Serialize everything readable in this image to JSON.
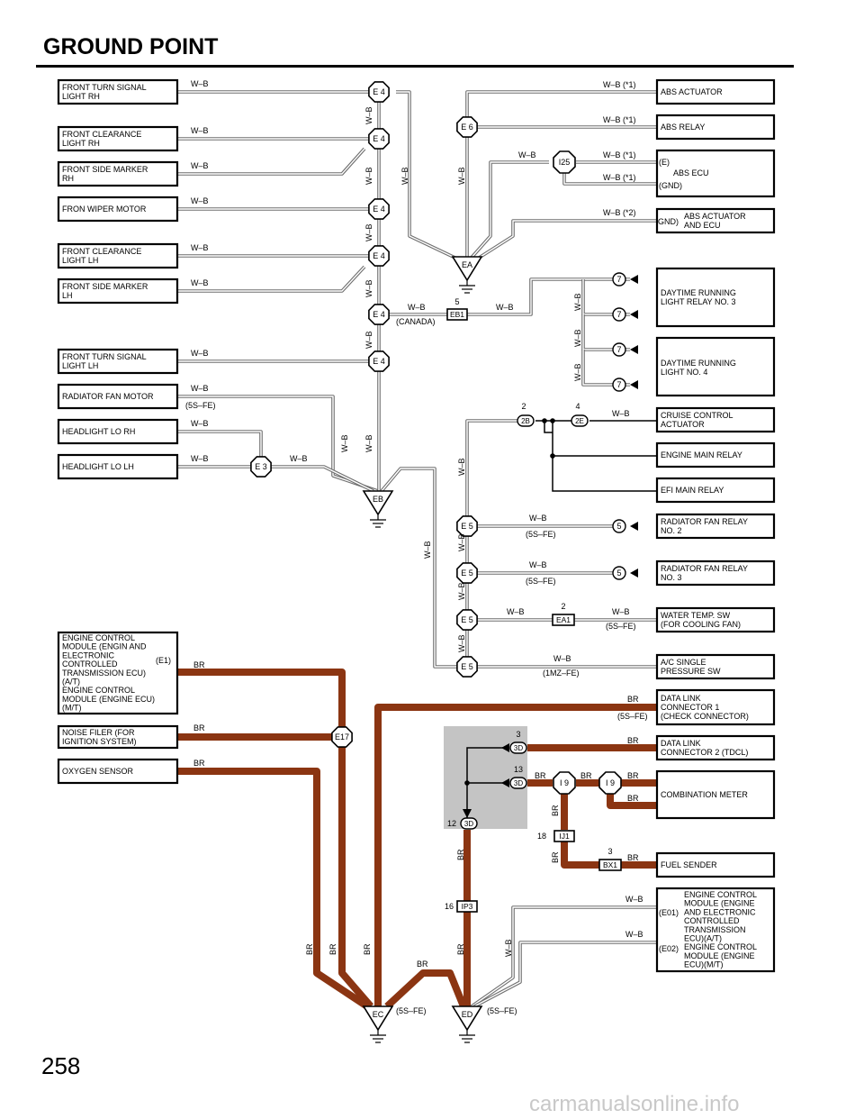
{
  "page": {
    "title": "GROUND POINT",
    "number": "258",
    "watermark": "carmanualsonline.info"
  },
  "wire_colors": {
    "wb": "W–B",
    "br": "BR",
    "wb_star1": "W–B (*1)",
    "wb_star2": "W–B (*2)"
  },
  "notes": {
    "canada": "(CANADA)",
    "s5fe": "(5S–FE)",
    "mz1": "(1MZ–FE)"
  },
  "colors": {
    "br_wire": "#8b3512",
    "wb_wire": "#6e6e6e",
    "shade": "#c4c4c4"
  },
  "components": {
    "front_turn_rh": [
      "FRONT TURN SIGNAL",
      "LIGHT RH"
    ],
    "front_clear_rh": [
      "FRONT CLEARANCE",
      "LIGHT RH"
    ],
    "front_side_rh": [
      "FRONT SIDE MARKER",
      "RH"
    ],
    "wiper": [
      "FRON WIPER MOTOR"
    ],
    "front_clear_lh": [
      "FRONT CLEARANCE",
      "LIGHT LH"
    ],
    "front_side_lh": [
      "FRONT SIDE MARKER",
      "LH"
    ],
    "front_turn_lh": [
      "FRONT TURN SIGNAL",
      "LIGHT LH"
    ],
    "rad_fan": [
      "RADIATOR FAN MOTOR"
    ],
    "head_rh": [
      "HEADLIGHT LO RH"
    ],
    "head_lh": [
      "HEADLIGHT LO LH"
    ],
    "ecm": [
      "ENGINE CONTROL",
      "MODULE (ENGIN AND",
      "ELECTRONIC",
      "CONTROLLED",
      "TRANSMISSION ECU)",
      "(A/T)",
      "ENGINE CONTROL",
      "MODULE (ENGINE ECU)",
      "(M/T)"
    ],
    "noise": [
      "NOISE FILER (FOR",
      "IGNITION SYSTEM)"
    ],
    "oxygen": [
      "OXYGEN SENSOR"
    ],
    "abs_act": [
      "ABS ACTUATOR"
    ],
    "abs_relay": [
      "ABS RELAY"
    ],
    "abs_ecu": [
      "ABS ECU"
    ],
    "abs_act_ecu": [
      "ABS ACTUATOR",
      "AND ECU"
    ],
    "drl_relay": [
      "DAYTIME RUNNING",
      "LIGHT RELAY NO. 3"
    ],
    "drl_no4": [
      "DAYTIME RUNNING",
      "LIGHT NO. 4"
    ],
    "cruise": [
      "CRUISE CONTROL",
      "ACTUATOR"
    ],
    "eng_main": [
      "ENGINE MAIN RELAY"
    ],
    "efi_main": [
      "EFI MAIN RELAY"
    ],
    "rad_relay2": [
      "RADIATOR FAN RELAY",
      "NO. 2"
    ],
    "rad_relay3": [
      "RADIATOR FAN RELAY",
      "NO. 3"
    ],
    "water_temp": [
      "WATER TEMP.  SW",
      "(FOR COOLING FAN)"
    ],
    "ac_sw": [
      "A/C SINGLE",
      "PRESSURE SW"
    ],
    "dlc1": [
      "DATA LINK",
      "CONNECTOR 1",
      "(CHECK CONNECTOR)"
    ],
    "dlc2": [
      "DATA LINK",
      "CONNECTOR 2 (TDCL)"
    ],
    "combo": [
      "COMBINATION METER"
    ],
    "fuel": [
      "FUEL SENDER"
    ],
    "ecm2": [
      "ENGINE CONTROL",
      "MODULE (ENGINE",
      "AND ELECTRONIC",
      "CONTROLLED",
      "TRANSMISSION",
      "ECU)(A/T)",
      "ENGINE CONTROL",
      "MODULE (ENGINE",
      "ECU)(M/T)"
    ]
  },
  "terminals": {
    "e1": "(E1)",
    "e": "(E)",
    "gnd": "(GND)",
    "gnd2": "GND)",
    "e01": "(E01)",
    "e02": "(E02)"
  },
  "splices": {
    "e4": "E 4",
    "e6": "E 6",
    "e3": "E 3",
    "e5": "E 5",
    "e17": "E17",
    "i25": "I25",
    "i9": "I 9"
  },
  "grounds": {
    "ea": "EA",
    "eb": "EB",
    "ec": "EC",
    "ed": "ED"
  },
  "connectors": {
    "eb1": "EB1",
    "ea1": "EA1",
    "c2b": "2B",
    "c2e": "2E",
    "c3d": "3D",
    "ij1": "IJ1",
    "bx1": "BX1",
    "ip3": "IP3"
  },
  "pins": {
    "p2": "2",
    "p3": "3",
    "p4": "4",
    "p5": "5",
    "p7": "7",
    "p12": "12",
    "p13": "13",
    "p16": "16",
    "p18": "18"
  }
}
